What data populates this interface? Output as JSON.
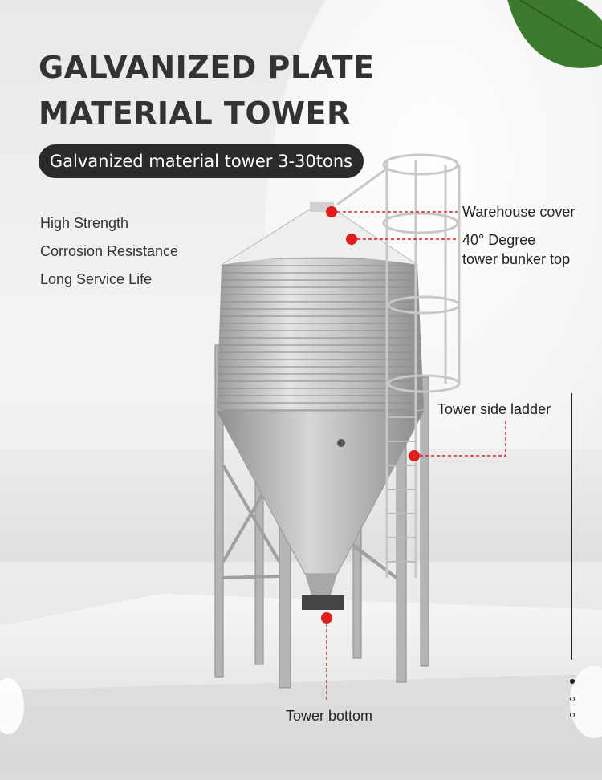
{
  "title": {
    "line1": "GALVANIZED PLATE",
    "line2": "MATERIAL TOWER"
  },
  "subtitle": "Galvanized material tower 3-30tons",
  "features": [
    "High Strength",
    "Corrosion Resistance",
    "Long Service Life"
  ],
  "annotations": {
    "warehouse_cover": "Warehouse cover",
    "degree_top_line1": "40° Degree",
    "degree_top_line2": "tower bunker top",
    "side_ladder": "Tower side ladder",
    "bottom": "Tower bottom"
  },
  "colors": {
    "marker": "#e01c1c",
    "pill_bg": "#2a2a2a",
    "title": "#333333"
  }
}
